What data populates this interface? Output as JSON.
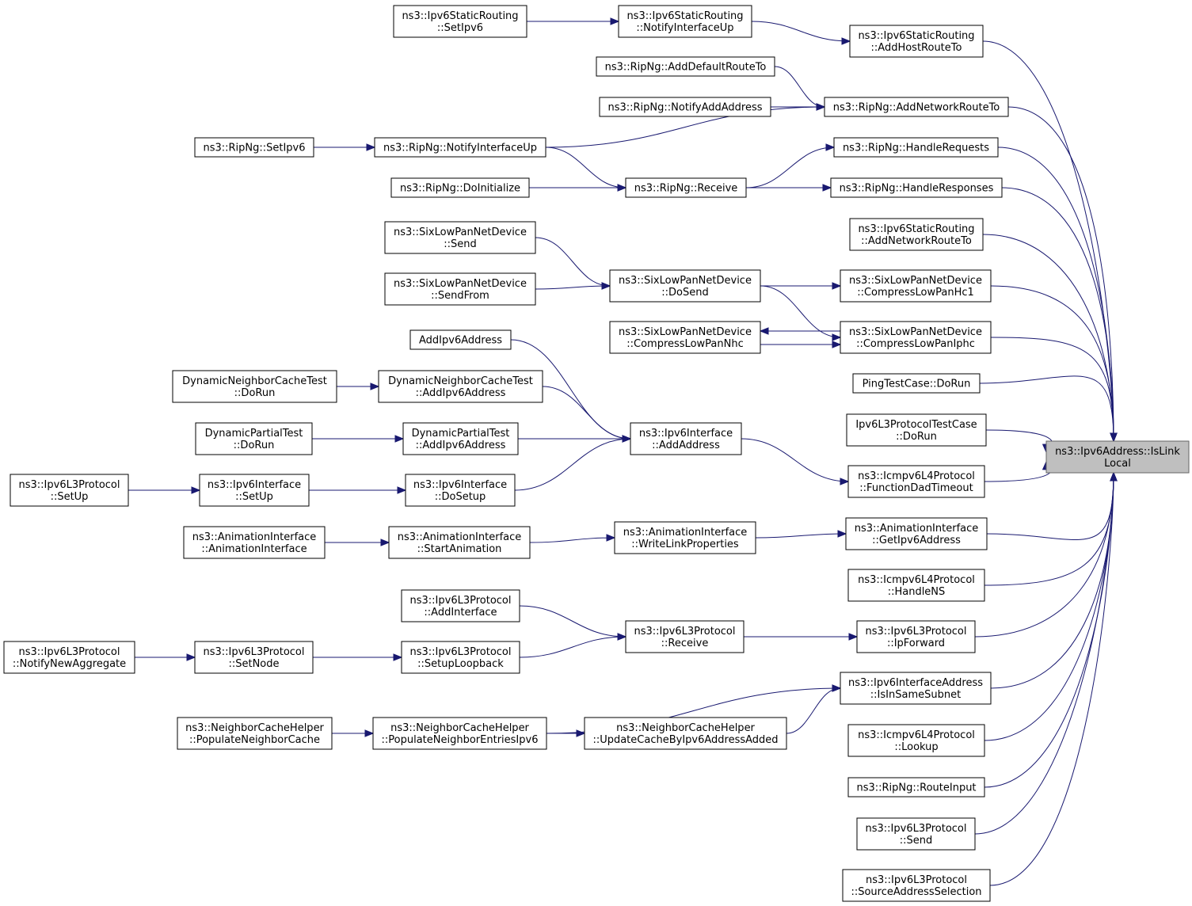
{
  "graph": {
    "title": "",
    "edge_color": "#191970",
    "target_fill": "#bfbfbf",
    "nodes": [
      {
        "id": "target",
        "lines": [
          "ns3::Ipv6Address::IsLink",
          "Local"
        ],
        "highlight": true
      },
      {
        "id": "n_ahr",
        "lines": [
          "ns3::Ipv6StaticRouting",
          "::AddHostRouteTo"
        ]
      },
      {
        "id": "n_niu_sr",
        "lines": [
          "ns3::Ipv6StaticRouting",
          "::NotifyInterfaceUp"
        ]
      },
      {
        "id": "n_setipv6_sr",
        "lines": [
          "ns3::Ipv6StaticRouting",
          "::SetIpv6"
        ]
      },
      {
        "id": "n_anr",
        "lines": [
          "ns3::RipNg::AddNetworkRouteTo"
        ]
      },
      {
        "id": "n_adr",
        "lines": [
          "ns3::RipNg::AddDefaultRouteTo"
        ]
      },
      {
        "id": "n_naa",
        "lines": [
          "ns3::RipNg::NotifyAddAddress"
        ]
      },
      {
        "id": "n_niu_r",
        "lines": [
          "ns3::RipNg::NotifyInterfaceUp"
        ]
      },
      {
        "id": "n_setipv6_r",
        "lines": [
          "ns3::RipNg::SetIpv6"
        ]
      },
      {
        "id": "n_hreq",
        "lines": [
          "ns3::RipNg::HandleRequests"
        ]
      },
      {
        "id": "n_hres",
        "lines": [
          "ns3::RipNg::HandleResponses"
        ]
      },
      {
        "id": "n_recv_r",
        "lines": [
          "ns3::RipNg::Receive"
        ]
      },
      {
        "id": "n_doinit",
        "lines": [
          "ns3::RipNg::DoInitialize"
        ]
      },
      {
        "id": "n_anrt_sr",
        "lines": [
          "ns3::Ipv6StaticRouting",
          "::AddNetworkRouteTo"
        ]
      },
      {
        "id": "n_hc1",
        "lines": [
          "ns3::SixLowPanNetDevice",
          "::CompressLowPanHc1"
        ]
      },
      {
        "id": "n_iphc",
        "lines": [
          "ns3::SixLowPanNetDevice",
          "::CompressLowPanIphc"
        ]
      },
      {
        "id": "n_nhc",
        "lines": [
          "ns3::SixLowPanNetDevice",
          "::CompressLowPanNhc"
        ]
      },
      {
        "id": "n_dosend",
        "lines": [
          "ns3::SixLowPanNetDevice",
          "::DoSend"
        ]
      },
      {
        "id": "n_send6",
        "lines": [
          "ns3::SixLowPanNetDevice",
          "::Send"
        ]
      },
      {
        "id": "n_sendfrom",
        "lines": [
          "ns3::SixLowPanNetDevice",
          "::SendFrom"
        ]
      },
      {
        "id": "n_ping",
        "lines": [
          "PingTestCase::DoRun"
        ]
      },
      {
        "id": "n_l3tc",
        "lines": [
          "Ipv6L3ProtocolTestCase",
          "::DoRun"
        ]
      },
      {
        "id": "n_fdt",
        "lines": [
          "ns3::Icmpv6L4Protocol",
          "::FunctionDadTimeout"
        ]
      },
      {
        "id": "n_addaddr",
        "lines": [
          "ns3::Ipv6Interface",
          "::AddAddress"
        ]
      },
      {
        "id": "n_addipv6",
        "lines": [
          "AddIpv6Address"
        ]
      },
      {
        "id": "n_dnct_add",
        "lines": [
          "DynamicNeighborCacheTest",
          "::AddIpv6Address"
        ]
      },
      {
        "id": "n_dnct_run",
        "lines": [
          "DynamicNeighborCacheTest",
          "::DoRun"
        ]
      },
      {
        "id": "n_dpt_add",
        "lines": [
          "DynamicPartialTest",
          "::AddIpv6Address"
        ]
      },
      {
        "id": "n_dpt_run",
        "lines": [
          "DynamicPartialTest",
          "::DoRun"
        ]
      },
      {
        "id": "n_dosetup",
        "lines": [
          "ns3::Ipv6Interface",
          "::DoSetup"
        ]
      },
      {
        "id": "n_setup_if",
        "lines": [
          "ns3::Ipv6Interface",
          "::SetUp"
        ]
      },
      {
        "id": "n_setup_l3",
        "lines": [
          "ns3::Ipv6L3Protocol",
          "::SetUp"
        ]
      },
      {
        "id": "n_getipv6",
        "lines": [
          "ns3::AnimationInterface",
          "::GetIpv6Address"
        ]
      },
      {
        "id": "n_wlp",
        "lines": [
          "ns3::AnimationInterface",
          "::WriteLinkProperties"
        ]
      },
      {
        "id": "n_sa",
        "lines": [
          "ns3::AnimationInterface",
          "::StartAnimation"
        ]
      },
      {
        "id": "n_ai",
        "lines": [
          "ns3::AnimationInterface",
          "::AnimationInterface"
        ]
      },
      {
        "id": "n_hns",
        "lines": [
          "ns3::Icmpv6L4Protocol",
          "::HandleNS"
        ]
      },
      {
        "id": "n_ipfwd",
        "lines": [
          "ns3::Ipv6L3Protocol",
          "::IpForward"
        ]
      },
      {
        "id": "n_recv_l3",
        "lines": [
          "ns3::Ipv6L3Protocol",
          "::Receive"
        ]
      },
      {
        "id": "n_addif",
        "lines": [
          "ns3::Ipv6L3Protocol",
          "::AddInterface"
        ]
      },
      {
        "id": "n_setuplb",
        "lines": [
          "ns3::Ipv6L3Protocol",
          "::SetupLoopback"
        ]
      },
      {
        "id": "n_setnode",
        "lines": [
          "ns3::Ipv6L3Protocol",
          "::SetNode"
        ]
      },
      {
        "id": "n_nna",
        "lines": [
          "ns3::Ipv6L3Protocol",
          "::NotifyNewAggregate"
        ]
      },
      {
        "id": "n_iss",
        "lines": [
          "ns3::Ipv6InterfaceAddress",
          "::IsInSameSubnet"
        ]
      },
      {
        "id": "n_ucb",
        "lines": [
          "ns3::NeighborCacheHelper",
          "::UpdateCacheByIpv6AddressAdded"
        ]
      },
      {
        "id": "n_pne",
        "lines": [
          "ns3::NeighborCacheHelper",
          "::PopulateNeighborEntriesIpv6"
        ]
      },
      {
        "id": "n_pnc",
        "lines": [
          "ns3::NeighborCacheHelper",
          "::PopulateNeighborCache"
        ]
      },
      {
        "id": "n_lookup",
        "lines": [
          "ns3::Icmpv6L4Protocol",
          "::Lookup"
        ]
      },
      {
        "id": "n_ri",
        "lines": [
          "ns3::RipNg::RouteInput"
        ]
      },
      {
        "id": "n_send_l3",
        "lines": [
          "ns3::Ipv6L3Protocol",
          "::Send"
        ]
      },
      {
        "id": "n_sas",
        "lines": [
          "ns3::Ipv6L3Protocol",
          "::SourceAddressSelection"
        ]
      }
    ],
    "edges": [
      [
        "n_ahr",
        "target"
      ],
      [
        "n_anr",
        "target"
      ],
      [
        "n_hreq",
        "target"
      ],
      [
        "n_hres",
        "target"
      ],
      [
        "n_anrt_sr",
        "target"
      ],
      [
        "n_hc1",
        "target"
      ],
      [
        "n_iphc",
        "target"
      ],
      [
        "n_ping",
        "target"
      ],
      [
        "n_l3tc",
        "target"
      ],
      [
        "n_fdt",
        "target"
      ],
      [
        "n_getipv6",
        "target"
      ],
      [
        "n_hns",
        "target"
      ],
      [
        "n_ipfwd",
        "target"
      ],
      [
        "n_iss",
        "target"
      ],
      [
        "n_lookup",
        "target"
      ],
      [
        "n_ri",
        "target"
      ],
      [
        "n_send_l3",
        "target"
      ],
      [
        "n_sas",
        "target"
      ],
      [
        "n_niu_sr",
        "n_ahr"
      ],
      [
        "n_setipv6_sr",
        "n_niu_sr"
      ],
      [
        "n_adr",
        "n_anr"
      ],
      [
        "n_naa",
        "n_anr"
      ],
      [
        "n_niu_r",
        "n_anr"
      ],
      [
        "n_setipv6_r",
        "n_niu_r"
      ],
      [
        "n_niu_r",
        "n_recv_r"
      ],
      [
        "n_doinit",
        "n_recv_r"
      ],
      [
        "n_recv_r",
        "n_hreq"
      ],
      [
        "n_recv_r",
        "n_hres"
      ],
      [
        "n_send6",
        "n_dosend"
      ],
      [
        "n_sendfrom",
        "n_dosend"
      ],
      [
        "n_dosend",
        "n_hc1"
      ],
      [
        "n_dosend",
        "n_iphc"
      ],
      [
        "n_iphc",
        "n_nhc"
      ],
      [
        "n_nhc",
        "n_iphc"
      ],
      [
        "n_addipv6",
        "n_addaddr"
      ],
      [
        "n_dnct_add",
        "n_addaddr"
      ],
      [
        "n_dnct_run",
        "n_dnct_add"
      ],
      [
        "n_dpt_add",
        "n_addaddr"
      ],
      [
        "n_dpt_run",
        "n_dpt_add"
      ],
      [
        "n_dosetup",
        "n_addaddr"
      ],
      [
        "n_setup_if",
        "n_dosetup"
      ],
      [
        "n_setup_l3",
        "n_setup_if"
      ],
      [
        "n_addaddr",
        "n_fdt"
      ],
      [
        "n_ai",
        "n_sa"
      ],
      [
        "n_sa",
        "n_wlp"
      ],
      [
        "n_wlp",
        "n_getipv6"
      ],
      [
        "n_recv_l3",
        "n_ipfwd"
      ],
      [
        "n_addif",
        "n_recv_l3"
      ],
      [
        "n_setuplb",
        "n_recv_l3"
      ],
      [
        "n_setnode",
        "n_setuplb"
      ],
      [
        "n_nna",
        "n_setnode"
      ],
      [
        "n_pne",
        "n_iss"
      ],
      [
        "n_ucb",
        "n_iss"
      ],
      [
        "n_pne",
        "n_ucb"
      ],
      [
        "n_pnc",
        "n_pne"
      ]
    ]
  }
}
